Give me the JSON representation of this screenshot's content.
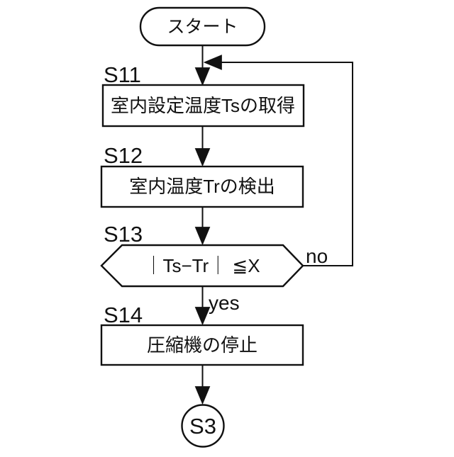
{
  "flowchart": {
    "colors": {
      "line": "#111111",
      "background": "#ffffff",
      "text": "#111111"
    },
    "start": {
      "label": "スタート"
    },
    "steps": [
      {
        "id": "S11",
        "type": "process",
        "label": "室内設定温度Tsの取得"
      },
      {
        "id": "S12",
        "type": "process",
        "label": "室内温度Trの検出"
      },
      {
        "id": "S13",
        "type": "decision",
        "label": "｜Ts−Tr｜ ≦X"
      },
      {
        "id": "S14",
        "type": "process",
        "label": "圧縮機の停止"
      }
    ],
    "branches": {
      "yes_label": "yes",
      "no_label": "no"
    },
    "end": {
      "label": "S3"
    }
  }
}
